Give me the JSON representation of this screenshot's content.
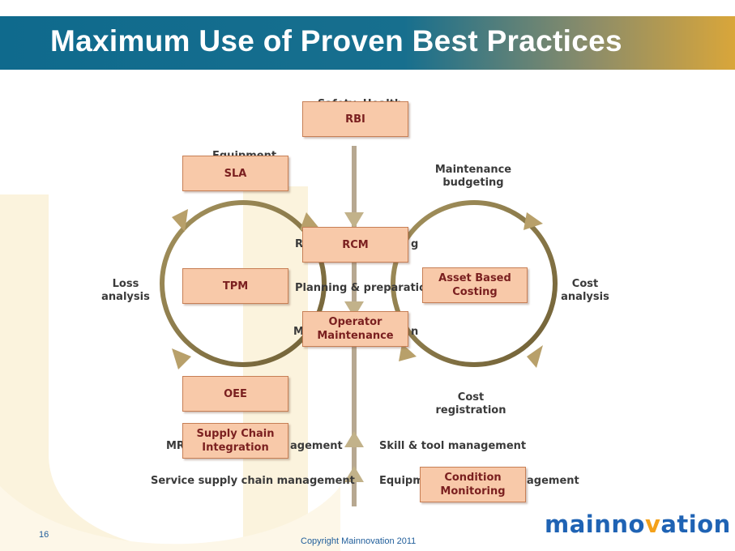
{
  "slide": {
    "title": "Maximum Use of Proven Best Practices",
    "number": "16",
    "copyright": "Copyright Mainnovation 2011"
  },
  "logo": {
    "text_before": "mainno",
    "text_accent": "v",
    "text_after": "ation",
    "color": "#1f63b4",
    "accent_color": "#f4a11a"
  },
  "diagram": {
    "background_labels": {
      "safety_health": "Safety, Health",
      "equipment": "Equipment",
      "maintenance_budgeting_1": "Maintenance",
      "maintenance_budgeting_2": "budgeting",
      "loss_analysis_1": "Loss",
      "loss_analysis_2": "analysis",
      "cost_analysis_1": "Cost",
      "cost_analysis_2": "analysis",
      "r_fragment": "R",
      "g_fragment": "g",
      "planning_preparation": "Planning & preparation",
      "m_fragment": "M",
      "n_fragment": "n",
      "cost_registration_1": "Cost",
      "cost_registration_2": "registration",
      "mr_fragment": "MR",
      "agement_fragment": "agement",
      "skill_tool_management": "Skill & tool management",
      "service_supply_chain_management": "Service supply chain management",
      "equipm_fragment": "Equipm",
      "agement_fragment_2": "agement"
    },
    "practice_boxes": {
      "rbi": "RBI",
      "sla": "SLA",
      "rcm": "RCM",
      "tpm": "TPM",
      "asset_based_costing": "Asset Based Costing",
      "operator_maintenance": "Operator Maintenance",
      "oee": "OEE",
      "supply_chain_integration": "Supply Chain Integration",
      "condition_monitoring": "Condition Monitoring"
    },
    "colors": {
      "box_fill": "#f8c9a9",
      "box_text": "#7a1f1f",
      "circle": "#8a7a4a",
      "arrow": "#b8a06a"
    }
  }
}
